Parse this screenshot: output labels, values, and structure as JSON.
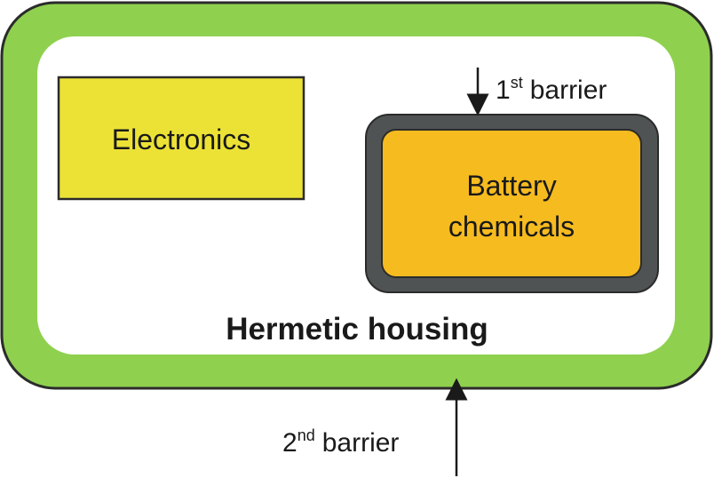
{
  "diagram": {
    "electronics_label": "Electronics",
    "battery_label_line1": "Battery",
    "battery_label_line2": "chemicals",
    "housing_label": "Hermetic housing",
    "barrier1": {
      "number": "1",
      "superscript": "st",
      "word": "barrier"
    },
    "barrier2": {
      "number": "2",
      "superscript": "nd",
      "word": "barrier"
    }
  },
  "colors": {
    "housing_outer": "#8fd14f",
    "housing_inner": "#ffffff",
    "electronics_fill": "#ece236",
    "battery_shell": "#4f5354",
    "battery_fill": "#f6bb1f",
    "outline": "#2b2b2b",
    "text": "#1a1a1a"
  }
}
